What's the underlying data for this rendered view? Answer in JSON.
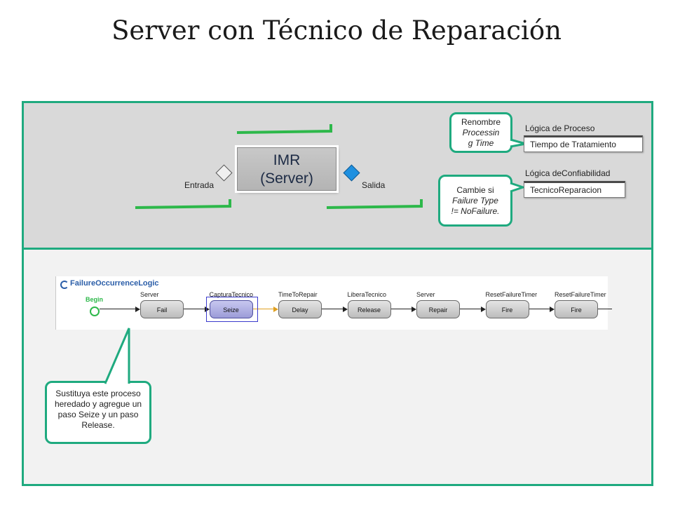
{
  "title": "Server con Técnico de Reparación",
  "server": {
    "name": "IMR",
    "type": "(Server)"
  },
  "ports": {
    "input": "Entrada",
    "output": "Salida"
  },
  "callouts": {
    "rename": {
      "line1": "Renombre",
      "line2": "Processin",
      "line3": "g Time"
    },
    "change": {
      "line1": "Cambie si",
      "line2": "Failure Type",
      "line3": "!= NoFailure."
    },
    "replace": "Sustituya este proceso heredado y agregue un paso Seize y un paso Release."
  },
  "properties": {
    "process": {
      "label": "Lógica de Proceso",
      "value": "Tiempo de Tratamiento"
    },
    "reliability": {
      "label": "Lógica deConfiabilidad",
      "value": "TecnicoReparacion"
    }
  },
  "process": {
    "name": "FailureOccurrenceLogic",
    "begin": "Begin",
    "steps": [
      {
        "object": "Server",
        "step": "Fail"
      },
      {
        "object": "CapturaTecnico",
        "step": "Seize"
      },
      {
        "object": "TimeToRepair",
        "step": "Delay"
      },
      {
        "object": "LiberaTecnico",
        "step": "Release"
      },
      {
        "object": "Server",
        "step": "Repair"
      },
      {
        "object": "ResetFailureTimer",
        "step": "Fire"
      },
      {
        "object": "ResetFailureTimer",
        "step": "Fire"
      }
    ]
  },
  "colors": {
    "accent": "#1faa7f",
    "path": "#2db84a",
    "selected": "#9c9cd8",
    "output_port": "#1e90e0"
  }
}
